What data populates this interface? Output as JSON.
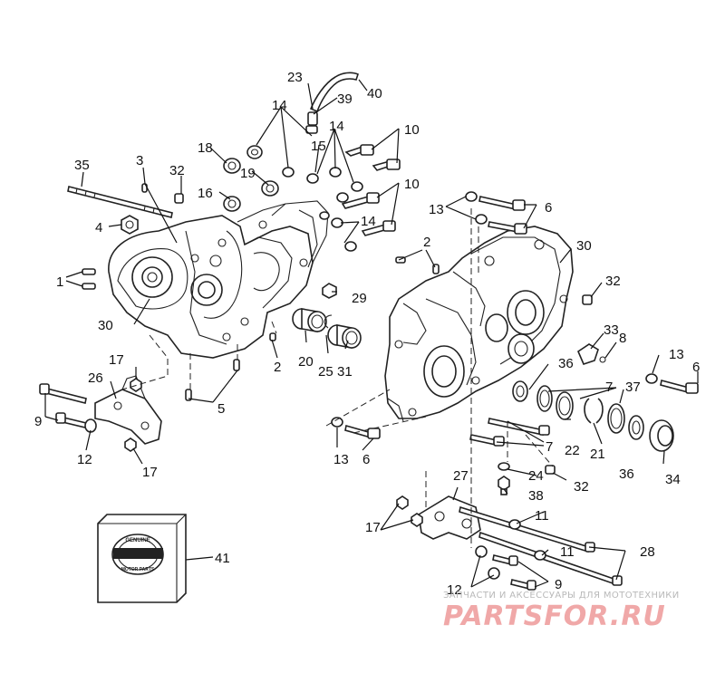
{
  "callouts": {
    "c1": "1",
    "c2a": "2",
    "c2b": "2",
    "c3": "3",
    "c4": "4",
    "c5": "5",
    "c6a": "6",
    "c6b": "6",
    "c6c": "6",
    "c7a": "7",
    "c7b": "7",
    "c8": "8",
    "c9a": "9",
    "c9b": "9",
    "c10a": "10",
    "c10b": "10",
    "c11a": "11",
    "c11b": "11",
    "c12a": "12",
    "c12b": "12",
    "c13a": "13",
    "c13b": "13",
    "c13c": "13",
    "c14a": "14",
    "c14b": "14",
    "c14c": "14",
    "c15": "15",
    "c16": "16",
    "c17a": "17",
    "c17b": "17",
    "c17c": "17",
    "c18": "18",
    "c19": "19",
    "c20": "20",
    "c21": "21",
    "c22": "22",
    "c23": "23",
    "c24": "24",
    "c25": "25",
    "c26": "26",
    "c27": "27",
    "c28": "28",
    "c29": "29",
    "c30a": "30",
    "c30b": "30",
    "c31": "31",
    "c32a": "32",
    "c32b": "32",
    "c32c": "32",
    "c33": "33",
    "c34": "34",
    "c35": "35",
    "c36a": "36",
    "c36b": "36",
    "c37": "37",
    "c38": "38",
    "c39": "39",
    "c40": "40",
    "c41": "41"
  },
  "box_logo": {
    "text_top": "GENUINE",
    "text_bottom": "MOTOR PARTS"
  },
  "watermark": {
    "line1": "ЗАПЧАСТИ И АКСЕССУАРЫ ДЛЯ МОТОТЕХНИКИ",
    "line2": "PARTSFOR.RU"
  },
  "colors": {
    "line": "#222222",
    "watermark_text": "#b9b9b9",
    "watermark_logo": "#f0a8a8"
  }
}
